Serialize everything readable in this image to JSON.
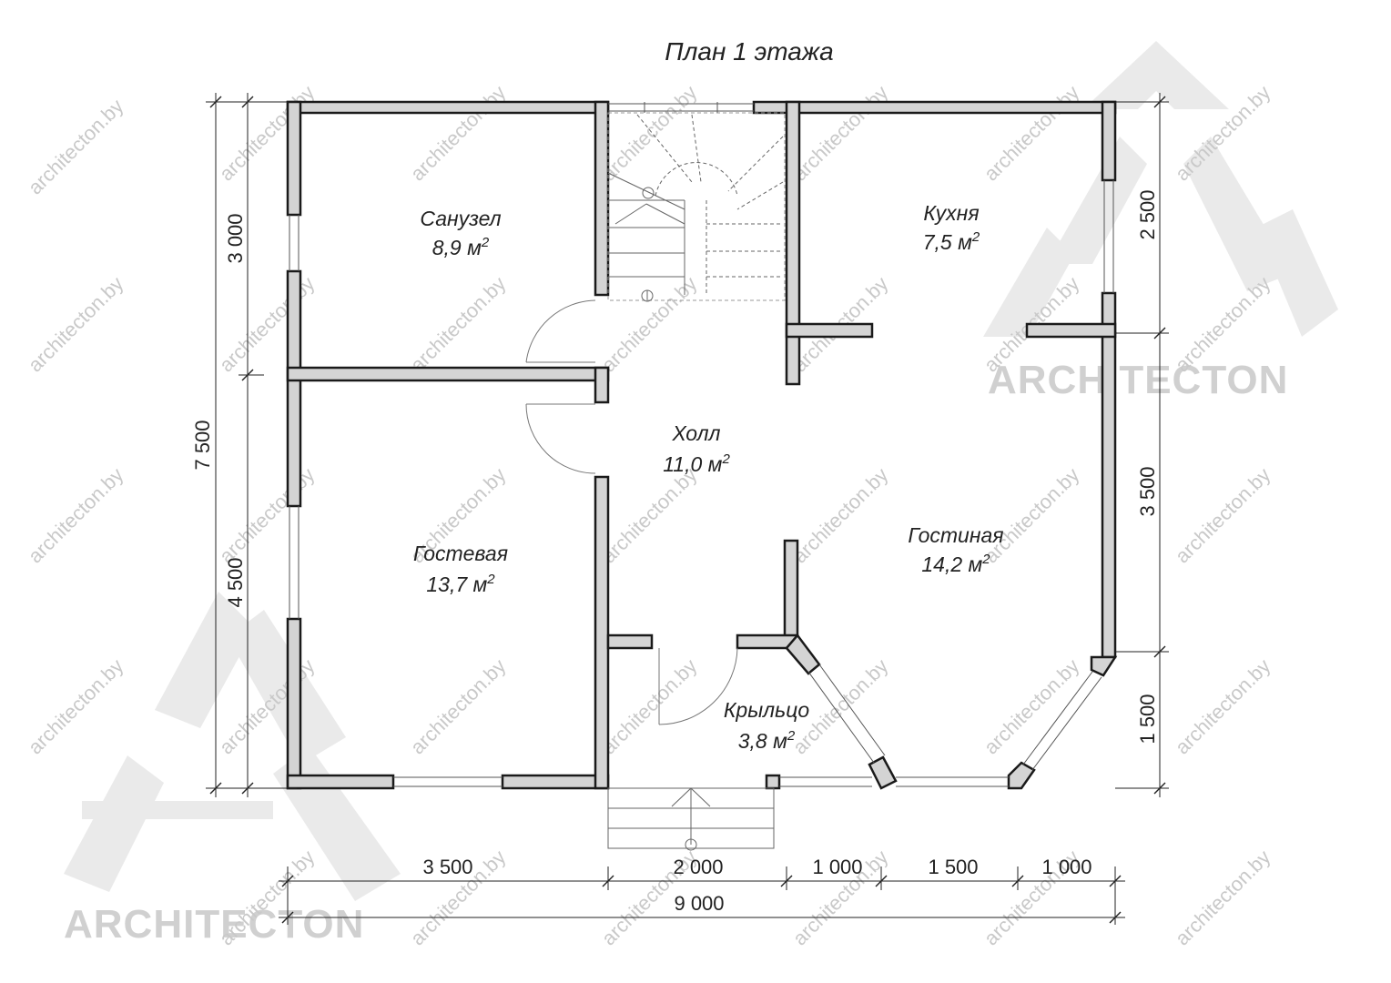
{
  "title": "План 1 этажа",
  "rooms": [
    {
      "name": "Санузел",
      "area": "8,9 м",
      "sup": "2"
    },
    {
      "name": "Кухня",
      "area": "7,5 м",
      "sup": "2"
    },
    {
      "name": "Холл",
      "area": "11,0 м",
      "sup": "2"
    },
    {
      "name": "Гостиная",
      "area": "14,2 м",
      "sup": "2"
    },
    {
      "name": "Гостевая",
      "area": "13,7 м",
      "sup": "2"
    },
    {
      "name": "Крыльцо",
      "area": "3,8 м",
      "sup": "2"
    }
  ],
  "dimensions": {
    "bottom": [
      "3 500",
      "2 000",
      "1 000",
      "1 500",
      "1 000"
    ],
    "total_width": "9 000",
    "left_total": "7 500",
    "left": [
      "3 000",
      "4 500"
    ],
    "right": [
      "2 500",
      "3 500",
      "1 500"
    ]
  },
  "watermark": {
    "url": "architecton.by",
    "logo": "ARCHITECTON"
  }
}
